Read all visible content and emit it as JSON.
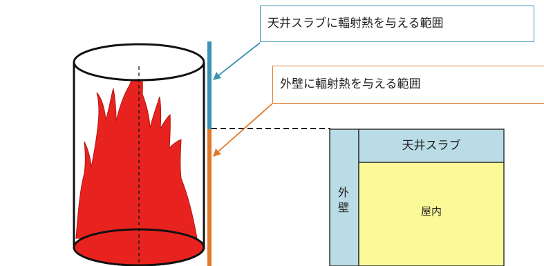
{
  "callouts": {
    "ceiling_radiation": "天井スラブに輻射熱を与える範囲",
    "wall_radiation": "外壁に輻射熱を与える範囲"
  },
  "building": {
    "ceiling_slab": "天井スラブ",
    "exterior_wall_top": "外",
    "exterior_wall_bottom": "壁",
    "indoor": "屋内"
  },
  "colors": {
    "flame": "#e8231f",
    "ceiling_range": "#3a93b2",
    "wall_range": "#e07a2a",
    "slab_fill": "#b9dce6",
    "indoor_fill": "#fbfa98"
  },
  "icons": [
    "fire-cylinder-icon"
  ]
}
